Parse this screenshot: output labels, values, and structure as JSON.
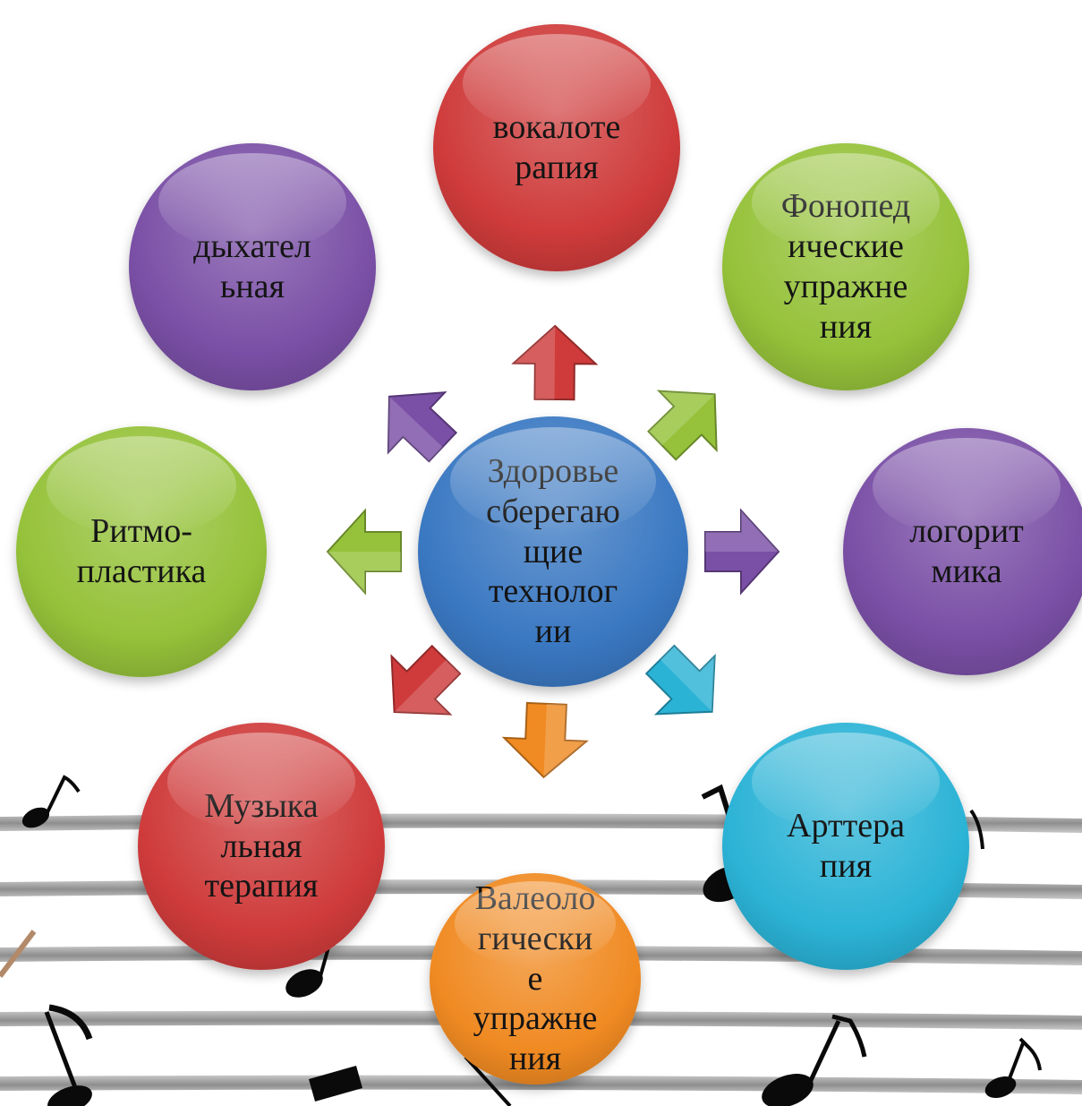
{
  "center": {
    "label": "Здоровье\nсберегаю\nщие\nтехнолог\nии",
    "color": "#3a78c2"
  },
  "nodes": [
    {
      "id": "vocalotherapy",
      "label": "вокалоте\nрапия",
      "color": "#cf3b3b"
    },
    {
      "id": "phonopedic",
      "label": "Фонопед\nические\nупражне\nния",
      "color": "#95c23a"
    },
    {
      "id": "logorhythmics",
      "label": "логорит\nмика",
      "color": "#7a4fa6"
    },
    {
      "id": "art-therapy",
      "label": "Арттера\nпия",
      "color": "#2bb3d6"
    },
    {
      "id": "valeological",
      "label": "Валеоло\nгически\nе\nупражне\nния",
      "color": "#f08a22"
    },
    {
      "id": "music-therapy",
      "label": "Музыка\nльная\nтерапия",
      "color": "#cf3b3b"
    },
    {
      "id": "rhythmoplasty",
      "label": "Ритмо-\nпластика",
      "color": "#95c23a"
    },
    {
      "id": "breathing",
      "label": "дыхател\nьная",
      "color": "#7a4fa6"
    }
  ],
  "arrows": [
    {
      "target": "vocalotherapy",
      "color": "#cf3b3b"
    },
    {
      "target": "phonopedic",
      "color": "#95c23a"
    },
    {
      "target": "logorhythmics",
      "color": "#7a4fa6"
    },
    {
      "target": "art-therapy",
      "color": "#2bb3d6"
    },
    {
      "target": "valeological",
      "color": "#f08a22"
    },
    {
      "target": "music-therapy",
      "color": "#cf3b3b"
    },
    {
      "target": "rhythmoplasty",
      "color": "#95c23a"
    },
    {
      "target": "breathing",
      "color": "#7a4fa6"
    }
  ],
  "background": {
    "decoration": "music-staff-with-notes",
    "staff_color": "#9a9a9a",
    "note_color": "#0a0a0a"
  }
}
